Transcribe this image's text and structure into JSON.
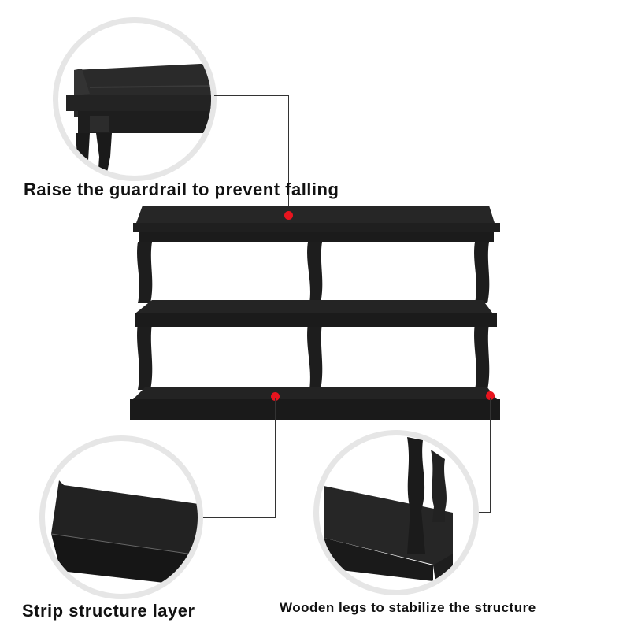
{
  "captions": {
    "top": "Raise the guardrail to prevent falling",
    "bottom_left": "Strip structure layer",
    "bottom_right": "Wooden legs to stabilize the structure"
  },
  "colors": {
    "furniture": "#1f1f1f",
    "marker": "#e8141e",
    "circle_ring": "#e6e6e6",
    "leader_line": "#333333"
  },
  "detail_views": [
    {
      "id": "guardrail",
      "label": "Raise the guardrail to prevent falling"
    },
    {
      "id": "strip-layer",
      "label": "Strip structure layer"
    },
    {
      "id": "wooden-legs",
      "label": "Wooden legs to stabilize the structure"
    }
  ]
}
